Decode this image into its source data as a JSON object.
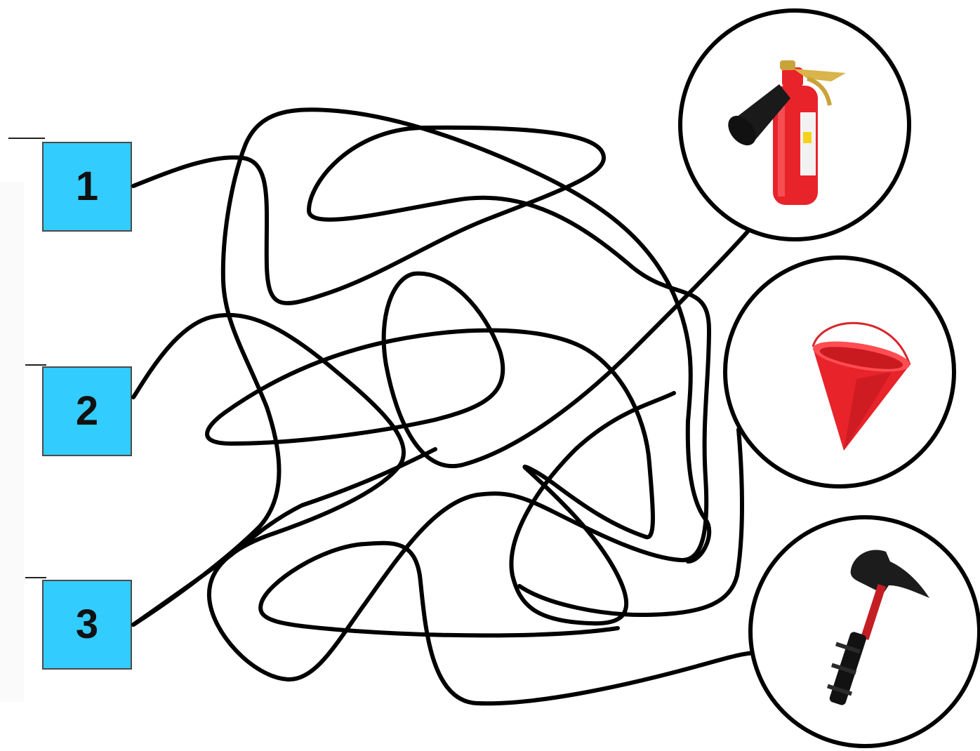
{
  "boxes": [
    {
      "label": "1"
    },
    {
      "label": "2"
    },
    {
      "label": "3"
    }
  ],
  "targets": [
    {
      "icon": "fire-extinguisher-icon"
    },
    {
      "icon": "fire-bucket-icon"
    },
    {
      "icon": "fire-axe-icon"
    }
  ],
  "colors": {
    "box_fill": "#33ccff",
    "line": "#000000",
    "red": "#e8232a"
  }
}
